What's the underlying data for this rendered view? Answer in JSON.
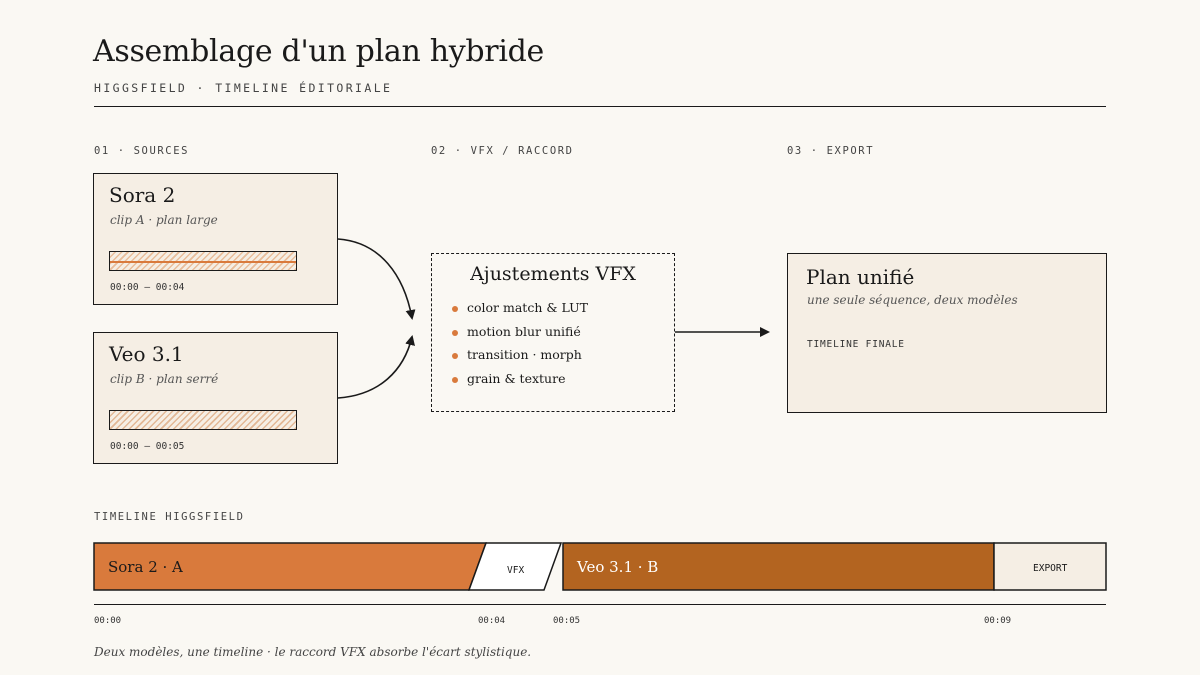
{
  "header": {
    "title": "Assemblage d'un plan hybride",
    "subtitle": "HIGGSFIELD · TIMELINE ÉDITORIALE"
  },
  "sections": {
    "sources": "01 · SOURCES",
    "vfx": "02 · VFX / RACCORD",
    "export": "03 · EXPORT"
  },
  "sources": [
    {
      "title": "Sora 2",
      "subtitle": "clip A · plan large",
      "timecode": "00:00 — 00:04"
    },
    {
      "title": "Veo 3.1",
      "subtitle": "clip B · plan serré",
      "timecode": "00:00 — 00:05"
    }
  ],
  "vfx": {
    "title": "Ajustements VFX",
    "items": [
      "color match & LUT",
      "motion blur unifié",
      "transition · morph",
      "grain & texture"
    ]
  },
  "export": {
    "title": "Plan unifié",
    "subtitle": "une seule séquence, deux modèles",
    "tag": "TIMELINE FINALE"
  },
  "timeline": {
    "label": "TIMELINE HIGGSFIELD",
    "segments": [
      {
        "label": "Sora 2 · A"
      },
      {
        "label": "VFX"
      },
      {
        "label": "Veo 3.1 · B"
      },
      {
        "label": "EXPORT"
      }
    ],
    "ticks": [
      "00:00",
      "00:04",
      "00:05",
      "00:09"
    ]
  },
  "caption": "Deux modèles, une timeline · le raccord VFX absorbe l'écart stylistique.",
  "colors": {
    "accent": "#d97a3c",
    "accent_dark": "#b36420",
    "card_bg": "#f5eee4",
    "page_bg": "#faf8f3",
    "ink": "#1a1a1a"
  },
  "icons": [
    "arrow-right-icon",
    "curved-arrow-icon",
    "bullet-dot-icon"
  ]
}
